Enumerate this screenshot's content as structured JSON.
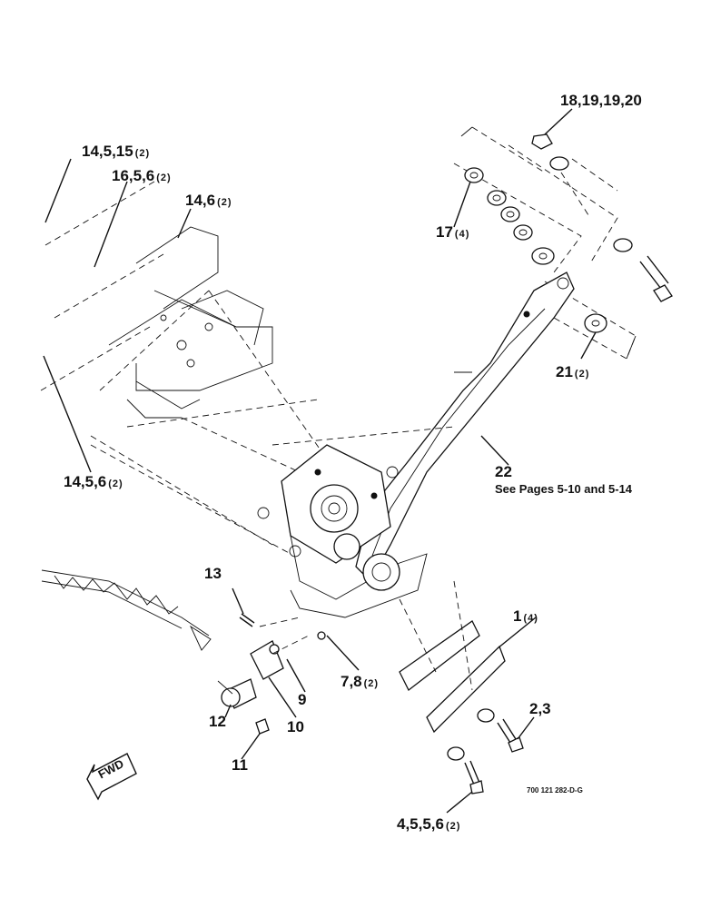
{
  "diagram": {
    "callouts": [
      {
        "id": "c-18-19-19-20",
        "text": "18,19,19,20",
        "qty": ""
      },
      {
        "id": "c-14-5-15",
        "text": "14,5,15",
        "qty": "(2)"
      },
      {
        "id": "c-16-5-6",
        "text": "16,5,6",
        "qty": "(2)"
      },
      {
        "id": "c-14-6",
        "text": "14,6",
        "qty": "(2)"
      },
      {
        "id": "c-17",
        "text": "17",
        "qty": "(4)"
      },
      {
        "id": "c-21",
        "text": "21",
        "qty": "(2)"
      },
      {
        "id": "c-14-5-6",
        "text": "14,5,6",
        "qty": "(2)"
      },
      {
        "id": "c-22",
        "text": "22",
        "qty": ""
      },
      {
        "id": "c-13",
        "text": "13",
        "qty": ""
      },
      {
        "id": "c-1",
        "text": "1",
        "qty": "(4)"
      },
      {
        "id": "c-7-8",
        "text": "7,8",
        "qty": "(2)"
      },
      {
        "id": "c-9",
        "text": "9",
        "qty": ""
      },
      {
        "id": "c-2-3",
        "text": "2,3",
        "qty": ""
      },
      {
        "id": "c-12",
        "text": "12",
        "qty": ""
      },
      {
        "id": "c-10",
        "text": "10",
        "qty": ""
      },
      {
        "id": "c-11",
        "text": "11",
        "qty": ""
      },
      {
        "id": "c-4-5-5-6",
        "text": "4,5,5,6",
        "qty": "(2)"
      }
    ],
    "reference_note": "See Pages 5-10 and 5-14",
    "forward_label": "FWD",
    "drawing_code": "700 121 282-D-G"
  }
}
